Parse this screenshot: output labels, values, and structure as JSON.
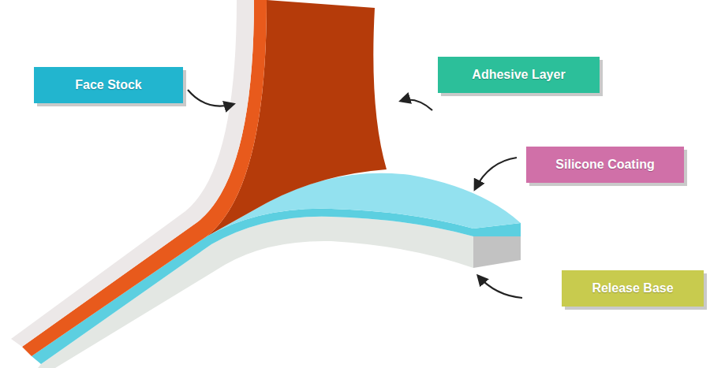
{
  "diagram": {
    "nodes": [
      {
        "text": [
          "Face Stock"
        ]
      },
      {
        "text": [
          "Adhesive Layer"
        ]
      },
      {
        "text": [
          "Silicone Coating"
        ]
      },
      {
        "text": [
          "Release Base"
        ]
      }
    ]
  }
}
